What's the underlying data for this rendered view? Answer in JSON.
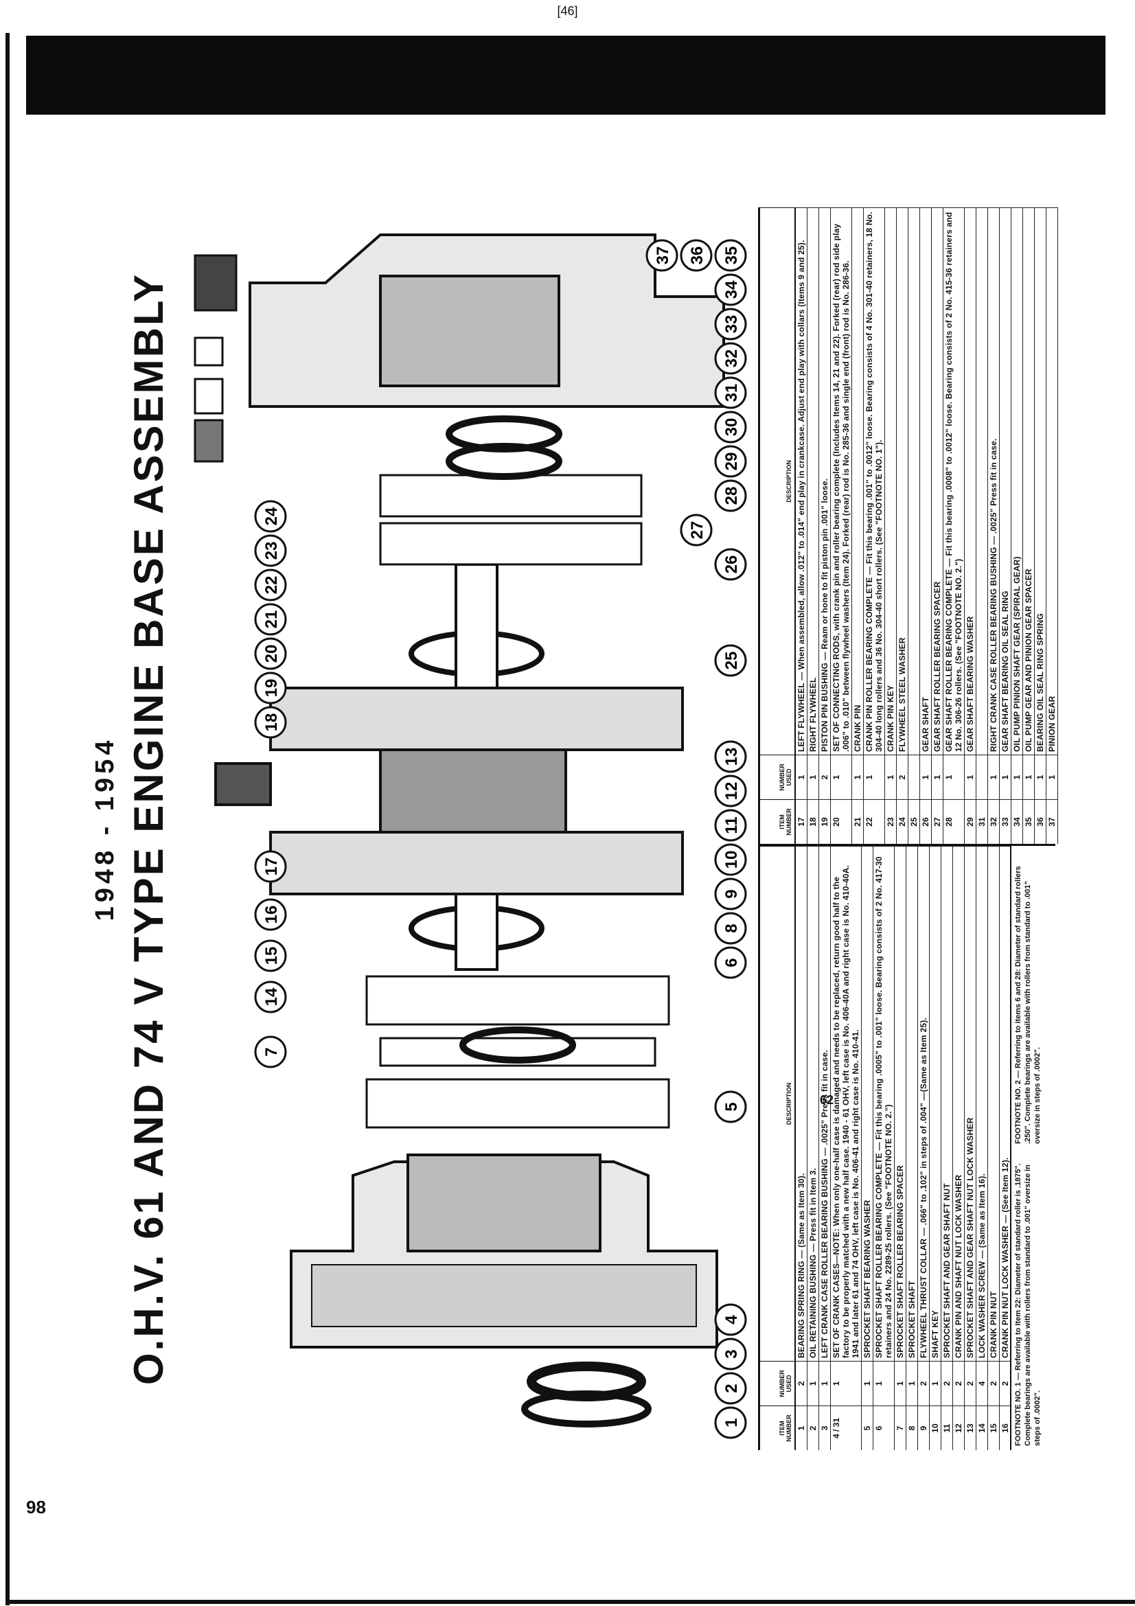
{
  "header": {
    "page_ref": "[46]",
    "page_number": "98",
    "inner_page_number": "62"
  },
  "title": {
    "years": "1948 - 1954",
    "main": "O.H.V. 61 AND 74 V TYPE ENGINE BASE ASSEMBLY"
  },
  "columns": {
    "item": "ITEM NUMBER",
    "used": "NUMBER USED",
    "desc": "DESCRIPTION"
  },
  "callouts": [
    "1",
    "2",
    "3",
    "4",
    "5",
    "6",
    "7",
    "8",
    "9",
    "10",
    "11",
    "12",
    "13",
    "14",
    "15",
    "16",
    "17",
    "18",
    "19",
    "20",
    "21",
    "22",
    "23",
    "24",
    "25",
    "26",
    "27",
    "28",
    "29",
    "30",
    "31",
    "32",
    "33",
    "34",
    "35",
    "36",
    "37"
  ],
  "left_table": [
    {
      "item": "1",
      "used": "2",
      "desc": "BEARING SPRING RING — (Same as Item 30)."
    },
    {
      "item": "2",
      "used": "1",
      "desc": "OIL RETAINING BUSHING — Press fit in Item 3."
    },
    {
      "item": "3",
      "used": "1",
      "desc": "LEFT CRANK CASE ROLLER BEARING BUSHING — .0025\" Press fit in case."
    },
    {
      "item": "4 / 31",
      "used": "1",
      "desc": "SET OF CRANK CASES—NOTE: When only one-half case is damaged and needs to be replaced, return good half to the factory to be properly matched with a new half case. 1940 - 61 OHV, left case is No. 406-40A and right case is No. 410-40A. 1941 and later 61 and 74 OHV, left case is No. 406-41 and right case is No. 410-41."
    },
    {
      "item": "5",
      "used": "1",
      "desc": "SPROCKET SHAFT BEARING WASHER"
    },
    {
      "item": "6",
      "used": "1",
      "desc": "SPROCKET SHAFT ROLLER BEARING COMPLETE — Fit this bearing .0005\" to .001\" loose. Bearing consists of 2 No. 417-30 retainers and 24 No. 2289-25 rollers. (See \"FOOTNOTE NO. 2.\")"
    },
    {
      "item": "7",
      "used": "1",
      "desc": "SPROCKET SHAFT ROLLER BEARING SPACER"
    },
    {
      "item": "8",
      "used": "1",
      "desc": "SPROCKET SHAFT"
    },
    {
      "item": "9",
      "used": "2",
      "desc": "FLYWHEEL THRUST COLLAR — .066\" to .102\" in steps of .004\" —(Same as Item 25)."
    },
    {
      "item": "10",
      "used": "1",
      "desc": "SHAFT KEY"
    },
    {
      "item": "11",
      "used": "2",
      "desc": "SPROCKET SHAFT AND GEAR SHAFT NUT"
    },
    {
      "item": "12",
      "used": "2",
      "desc": "CRANK PIN AND SHAFT NUT LOCK WASHER"
    },
    {
      "item": "13",
      "used": "2",
      "desc": "SPROCKET SHAFT AND GEAR SHAFT NUT LOCK WASHER"
    },
    {
      "item": "14",
      "used": "4",
      "desc": "LOCK WASHER SCREW — (Same as Item 16)."
    },
    {
      "item": "15",
      "used": "2",
      "desc": "CRANK PIN NUT"
    },
    {
      "item": "16",
      "used": "2",
      "desc": "CRANK PIN NUT LOCK WASHER — (See Item 12)."
    }
  ],
  "right_table": [
    {
      "item": "17",
      "used": "1",
      "desc": "LEFT FLYWHEEL — When assembled, allow .012\" to .014\" end play in crankcase. Adjust end play with collars (Items 9 and 25)."
    },
    {
      "item": "18",
      "used": "1",
      "desc": "RIGHT FLYWHEEL"
    },
    {
      "item": "19",
      "used": "2",
      "desc": "PISTON PIN BUSHING — Ream or hone to fit piston pin .001\" loose."
    },
    {
      "item": "20",
      "used": "1",
      "desc": "SET OF CONNECTING RODS, with crank pin and roller bearing complete (Includes Items 14, 21 and 22). Forked (rear) rod side play .006\" to .010\" between flywheel washers (Item 24). Forked (rear) rod is No. 285-36 and single end (front) rod is No. 286-36."
    },
    {
      "item": "21",
      "used": "1",
      "desc": "CRANK PIN"
    },
    {
      "item": "22",
      "used": "1",
      "desc": "CRANK PIN ROLLER BEARING COMPLETE — Fit this bearing .001\" to .0012\" loose. Bearing consists of 4 No. 301-40 retainers, 18 No. 304-40 long rollers and 36 No. 304-40 short rollers. (See \"FOOTNOTE NO. 1\")."
    },
    {
      "item": "23",
      "used": "1",
      "desc": "CRANK PIN KEY"
    },
    {
      "item": "24",
      "used": "2",
      "desc": "FLYWHEEL STEEL WASHER"
    },
    {
      "item": "25",
      "used": "",
      "desc": ""
    },
    {
      "item": "26",
      "used": "1",
      "desc": "GEAR SHAFT"
    },
    {
      "item": "27",
      "used": "1",
      "desc": "GEAR SHAFT ROLLER BEARING SPACER"
    },
    {
      "item": "28",
      "used": "1",
      "desc": "GEAR SHAFT ROLLER BEARING COMPLETE — Fit this bearing .0008\" to .0012\" loose. Bearing consists of 2 No. 415-36 retainers and 12 No. 306-26 rollers. (See \"FOOTNOTE NO. 2.\")"
    },
    {
      "item": "29",
      "used": "1",
      "desc": "GEAR SHAFT BEARING WASHER"
    },
    {
      "item": "31",
      "used": "",
      "desc": ""
    },
    {
      "item": "32",
      "used": "1",
      "desc": "RIGHT CRANK CASE ROLLER BEARING BUSHING — .0025\" Press fit in case."
    },
    {
      "item": "33",
      "used": "1",
      "desc": "GEAR SHAFT BEARING OIL SEAL RING"
    },
    {
      "item": "34",
      "used": "1",
      "desc": "OIL PUMP PINION SHAFT GEAR (SPIRAL GEAR)"
    },
    {
      "item": "35",
      "used": "1",
      "desc": "OIL PUMP GEAR AND PINION GEAR SPACER"
    },
    {
      "item": "36",
      "used": "1",
      "desc": "BEARING OIL SEAL RING SPRING"
    },
    {
      "item": "37",
      "used": "1",
      "desc": "PINION GEAR"
    }
  ],
  "footnotes": {
    "one": "FOOTNOTE NO. 1 — Referring to Item 22: Diameter of standard roller is .1875\". Complete bearings are available with rollers from standard to .001\" oversize in steps of .0002\".",
    "two": "FOOTNOTE NO. 2 — Referring to items 6 and 28: Diameter of standard rollers .250\". Complete bearings are available with rollers from standard to .001\" oversize in steps of .0002\"."
  }
}
